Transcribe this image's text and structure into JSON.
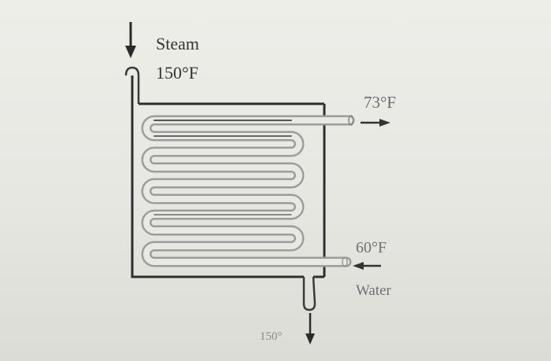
{
  "labels": {
    "steam_name": "Steam",
    "steam_temp": "150°F",
    "hot_outlet": "73°F",
    "cold_inlet": "60°F",
    "cold_fluid": "Water",
    "condensate": "150°"
  },
  "colors": {
    "line": "#2e2e2e",
    "coil": "#b7b7b7",
    "background": "#e4e4e0"
  }
}
